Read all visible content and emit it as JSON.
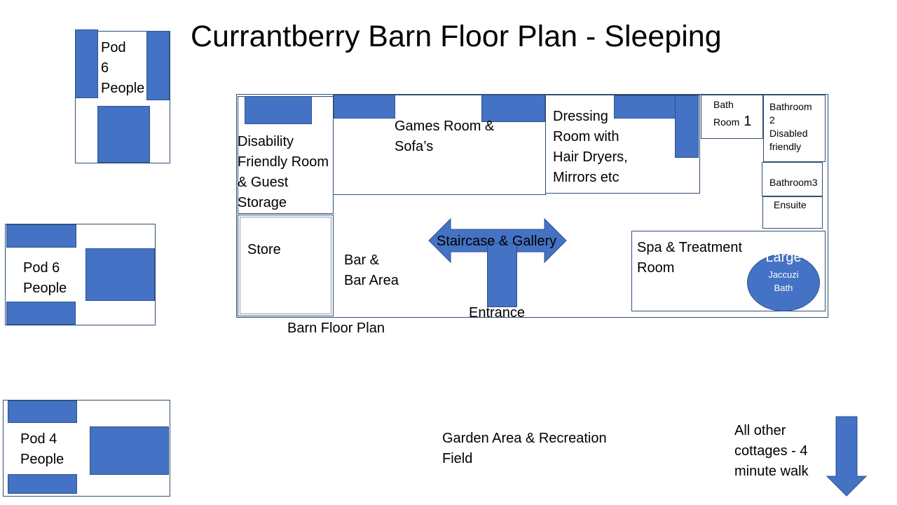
{
  "title": "Currantberry Barn Floor Plan - Sleeping",
  "colors": {
    "furniture": "#4472c4",
    "outline": "#2f4f73",
    "text": "#000000"
  },
  "pods": [
    {
      "lines": [
        "Pod",
        "6",
        "People"
      ]
    },
    {
      "lines": [
        "Pod 6",
        "People"
      ]
    },
    {
      "lines": [
        "Pod 4",
        "People"
      ]
    }
  ],
  "barn": {
    "caption": "Barn Floor Plan",
    "rooms": {
      "disability": [
        "Disability",
        "Friendly Room",
        "& Guest",
        "Storage"
      ],
      "games": [
        "Games Room &",
        "Sofa’s"
      ],
      "dressing": [
        "Dressing",
        "Room with",
        "Hair Dryers,",
        "Mirrors etc"
      ],
      "bath1_a": "Bath",
      "bath1_b": "Room",
      "bath1_num": "1",
      "bath2": [
        "Bathroom",
        "2",
        "Disabled",
        "friendly"
      ],
      "bath3": "Bathroom3",
      "ensuite": "Ensuite",
      "store": "Store",
      "bar": [
        "Bar &",
        "Bar Area"
      ],
      "spa": [
        "Spa & Treatment",
        "Room"
      ],
      "jacuzzi_large": "Large",
      "jacuzzi_rest": [
        "Jaccuzi",
        "Bath"
      ]
    },
    "staircase": "Staircase & Gallery",
    "entrance": "Entrance"
  },
  "garden": [
    "Garden Area & Recreation",
    "Field"
  ],
  "other_cottages": [
    "All other",
    "cottages -  4",
    "minute walk"
  ]
}
